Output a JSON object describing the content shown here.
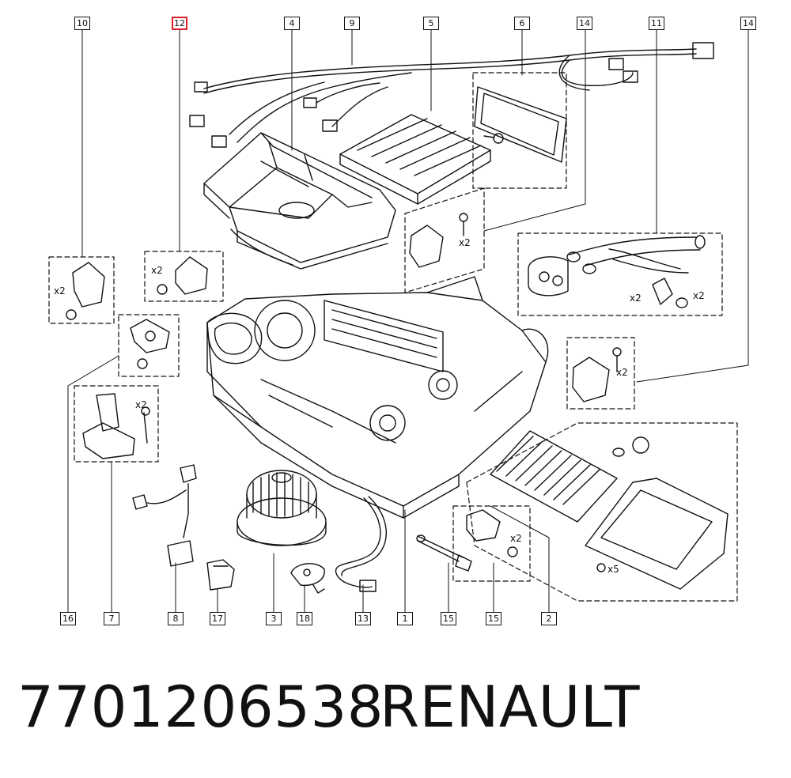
{
  "diagram": {
    "callouts": [
      "1",
      "2",
      "3",
      "4",
      "5",
      "6",
      "7",
      "8",
      "9",
      "10",
      "11",
      "12",
      "13",
      "14",
      "14",
      "15",
      "16",
      "17",
      "18",
      "15"
    ],
    "qty": {
      "x2": "x2",
      "x5": "x5"
    },
    "highlight_color": "#e0202a"
  },
  "caption": {
    "part_number": "7701206538",
    "brand": "RENAULT"
  }
}
